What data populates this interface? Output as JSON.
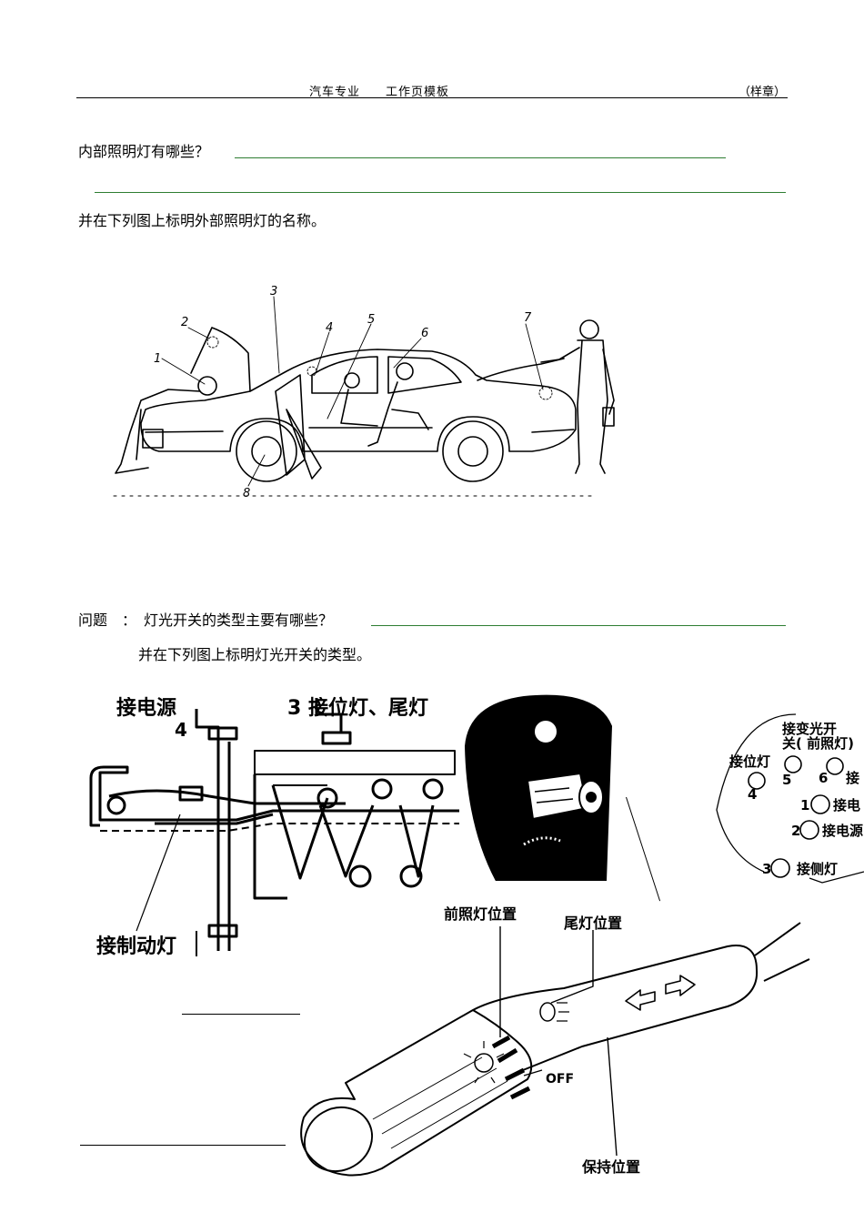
{
  "header": {
    "center": "汽车专业　　工作页模板",
    "right": "（样章）"
  },
  "q1": {
    "text": "内部照明灯有哪些？"
  },
  "instr1": "并在下列图上标明外部照明灯的名称。",
  "car_fig": {
    "numbers": [
      "1",
      "2",
      "3",
      "4",
      "5",
      "6",
      "7",
      "8"
    ]
  },
  "q2": {
    "prefix": "问题　：",
    "text": "灯光开关的类型主要有哪些？"
  },
  "instr2": "并在下列图上标明灯光开关的类型。",
  "switch_fig": {
    "label_power": "接电源",
    "num4": "4",
    "label_position_tail": "3 接位灯、尾灯",
    "label_brake": "接制动灯"
  },
  "rotary_fig": {
    "dimmer_line1": "接变光开",
    "dimmer_line2": "关( 前照灯)",
    "position": "接位灯",
    "n4": "4",
    "n5": "5",
    "n6": "6",
    "cut6": "接",
    "t1": "1",
    "l1": "接电",
    "t2": "2",
    "l2": "接电源",
    "t3": "3",
    "l3": "接侧灯"
  },
  "stalk_fig": {
    "headlamp_pos": "前照灯位置",
    "tail_pos": "尾灯位置",
    "off": "OFF",
    "hold_pos": "保持位置"
  }
}
